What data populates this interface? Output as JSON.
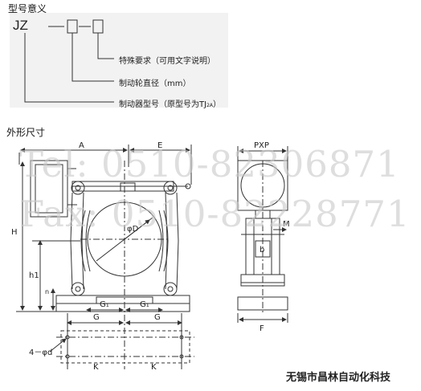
{
  "section_model": {
    "title": "型号意义"
  },
  "code": {
    "prefix": "JZ",
    "labels": [
      "特殊要求（可用文字说明）",
      "制动轮直径（mm）",
      "制动器型号（原型号为TJ",
      "2A",
      "）"
    ]
  },
  "section_dims": {
    "title": "外形尺寸"
  },
  "dimensions": {
    "A": "A",
    "E": "E",
    "PXP": "PXP",
    "H": "H",
    "h1": "h1",
    "n": "n",
    "D": "φD",
    "G1": "G₁",
    "G": "G",
    "K": "K",
    "holes": "4－φd",
    "M": "M",
    "b": "b",
    "F": "F"
  },
  "watermark": {
    "tel": "Tel: 0510-82306871",
    "fax": "Fax: 0510-82228771"
  },
  "company": "无锡市昌林自动化科技"
}
